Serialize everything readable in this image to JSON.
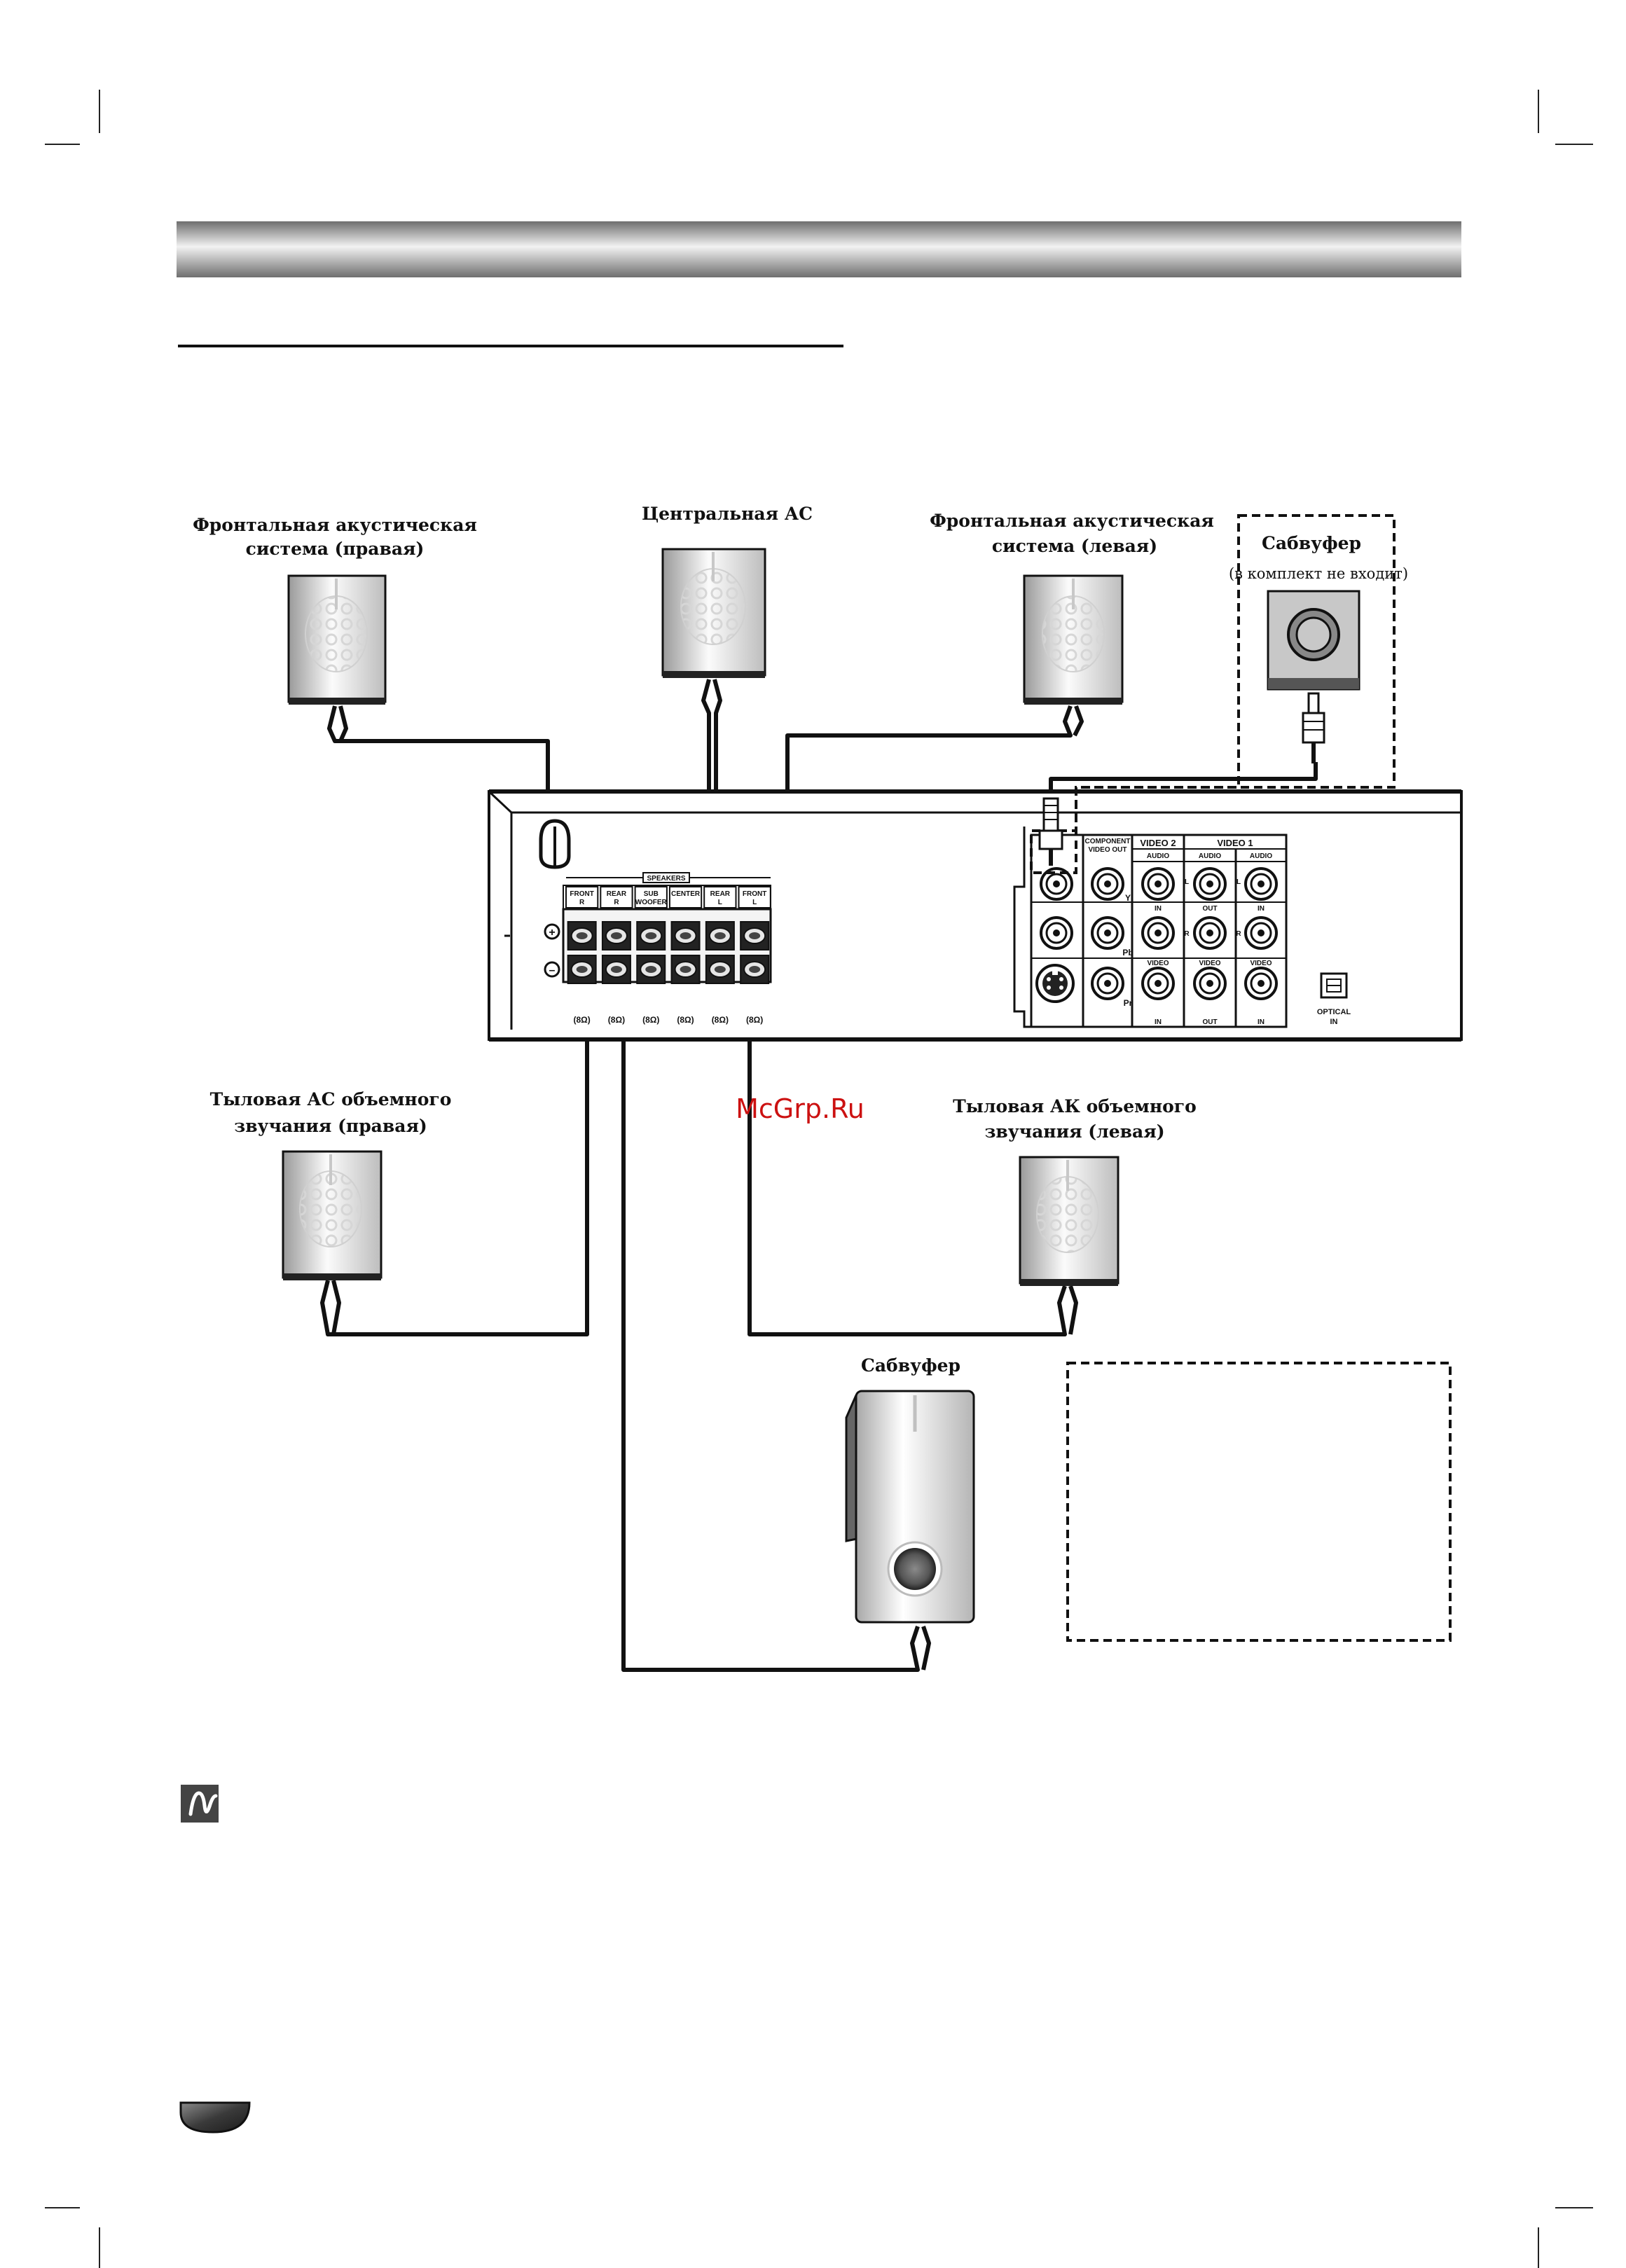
{
  "speakers": {
    "front_right": {
      "line1": "Фронтальная акустическая",
      "line2": "система (правая)"
    },
    "center": {
      "line1": "Центральная АС"
    },
    "front_left": {
      "line1": "Фронтальная акустическая",
      "line2": "система (левая)"
    },
    "ext_subwoofer": {
      "line1": "Сабвуфер",
      "line2": "(в комплект не входит)"
    },
    "rear_right": {
      "line1": "Тыловая АС объемного",
      "line2": "звучания (правая)"
    },
    "rear_left": {
      "line1": "Тыловая АК объемного",
      "line2": "звучания (левая)"
    },
    "subwoofer": {
      "line1": "Сабвуфер"
    }
  },
  "watermark": "McGrp.Ru",
  "panel": {
    "speakers_title": "SPEAKERS",
    "terminals": [
      {
        "top": "FRONT",
        "bottom": "R",
        "imp": "(8Ω)"
      },
      {
        "top": "REAR",
        "bottom": "R",
        "imp": "(8Ω)"
      },
      {
        "top": "SUB",
        "bottom": "WOOFER",
        "imp": "(8Ω)"
      },
      {
        "top": "CENTER",
        "bottom": "",
        "imp": "(8Ω)"
      },
      {
        "top": "REAR",
        "bottom": "L",
        "imp": "(8Ω)"
      },
      {
        "top": "FRONT",
        "bottom": "L",
        "imp": "(8Ω)"
      }
    ],
    "plus": "+",
    "minus": "–",
    "component": {
      "line1": "COMPONENT",
      "line2": "VIDEO OUT",
      "y": "Y",
      "pb": "Pb",
      "pr": "Pr"
    },
    "video2": "VIDEO 2",
    "video1": "VIDEO 1",
    "audio": "AUDIO",
    "in": "IN",
    "out": "OUT",
    "video": "VIDEO",
    "l": "L",
    "r": "R",
    "optical_line1": "OPTICAL",
    "optical_line2": "IN"
  },
  "note_icon": "note-icon",
  "colors": {
    "header_bar": "#9a9a9a",
    "wire": "#111111",
    "watermark": "#cc1111"
  }
}
